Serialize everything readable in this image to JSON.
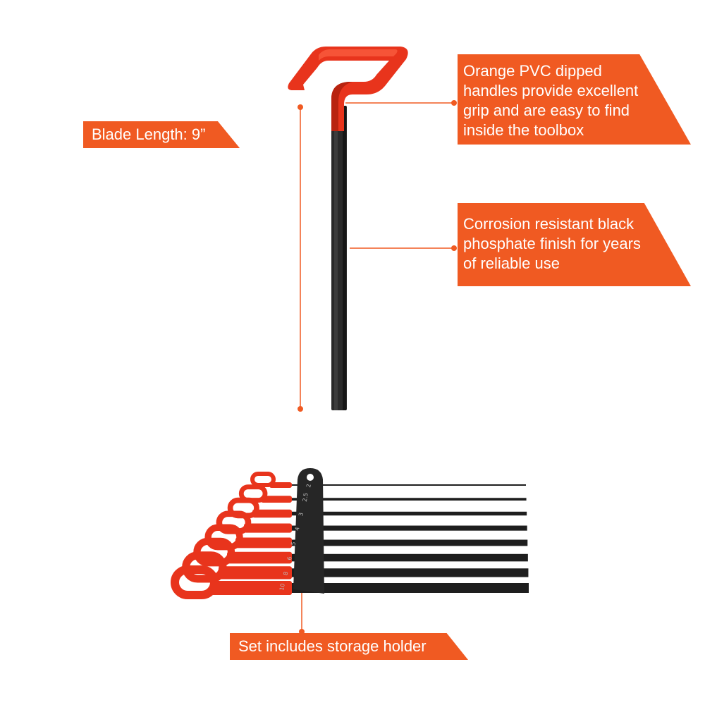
{
  "colors": {
    "accent": "#f05a22",
    "handle": "#e8341c",
    "handle_dark": "#b8230f",
    "shaft": "#2a2a2a",
    "shaft_dark": "#141414",
    "background": "#ffffff"
  },
  "callouts": {
    "blade_length": {
      "text": "Blade Length: 9”"
    },
    "grip": {
      "lines": [
        "Orange PVC dipped",
        "handles provide excellent",
        "grip and are easy to find",
        "inside the toolbox"
      ]
    },
    "finish": {
      "lines": [
        "Corrosion resistant black",
        "phosphate finish for years",
        "of reliable use"
      ]
    },
    "holder": {
      "text": "Set includes storage holder"
    }
  },
  "holder_sizes": [
    "2",
    "2.5",
    "3",
    "4",
    "5",
    "6",
    "8",
    "10"
  ],
  "icons": [
    "t-handle-hex-key",
    "hex-key-set-with-holder"
  ]
}
